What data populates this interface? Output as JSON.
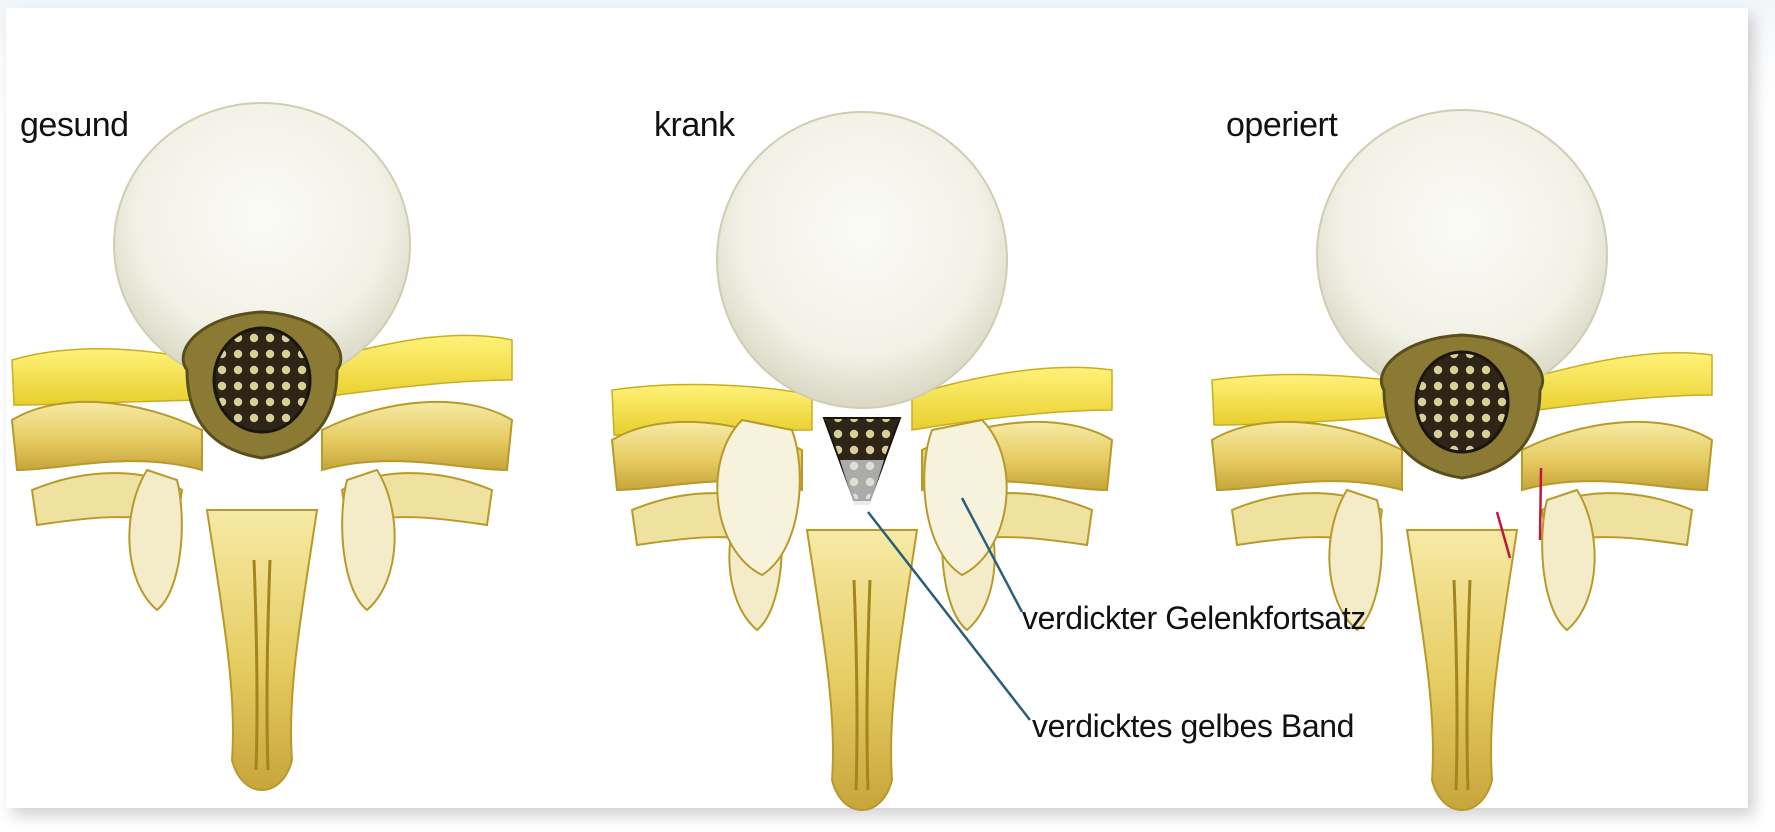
{
  "panels": [
    {
      "label": "gesund"
    },
    {
      "label": "krank"
    },
    {
      "label": "operiert"
    }
  ],
  "callouts": {
    "facet": "verdickter Gelenkfortsatz",
    "ligament": "verdicktes gelbes Band"
  },
  "colors": {
    "bone": "#e9d36a",
    "bone_dark": "#b89a2a",
    "nerve": "#f2e24a",
    "disc": "#f3f3ea",
    "canal": "#2d2618",
    "callout_line": "#2b5f78",
    "incision": "#c0183a"
  }
}
